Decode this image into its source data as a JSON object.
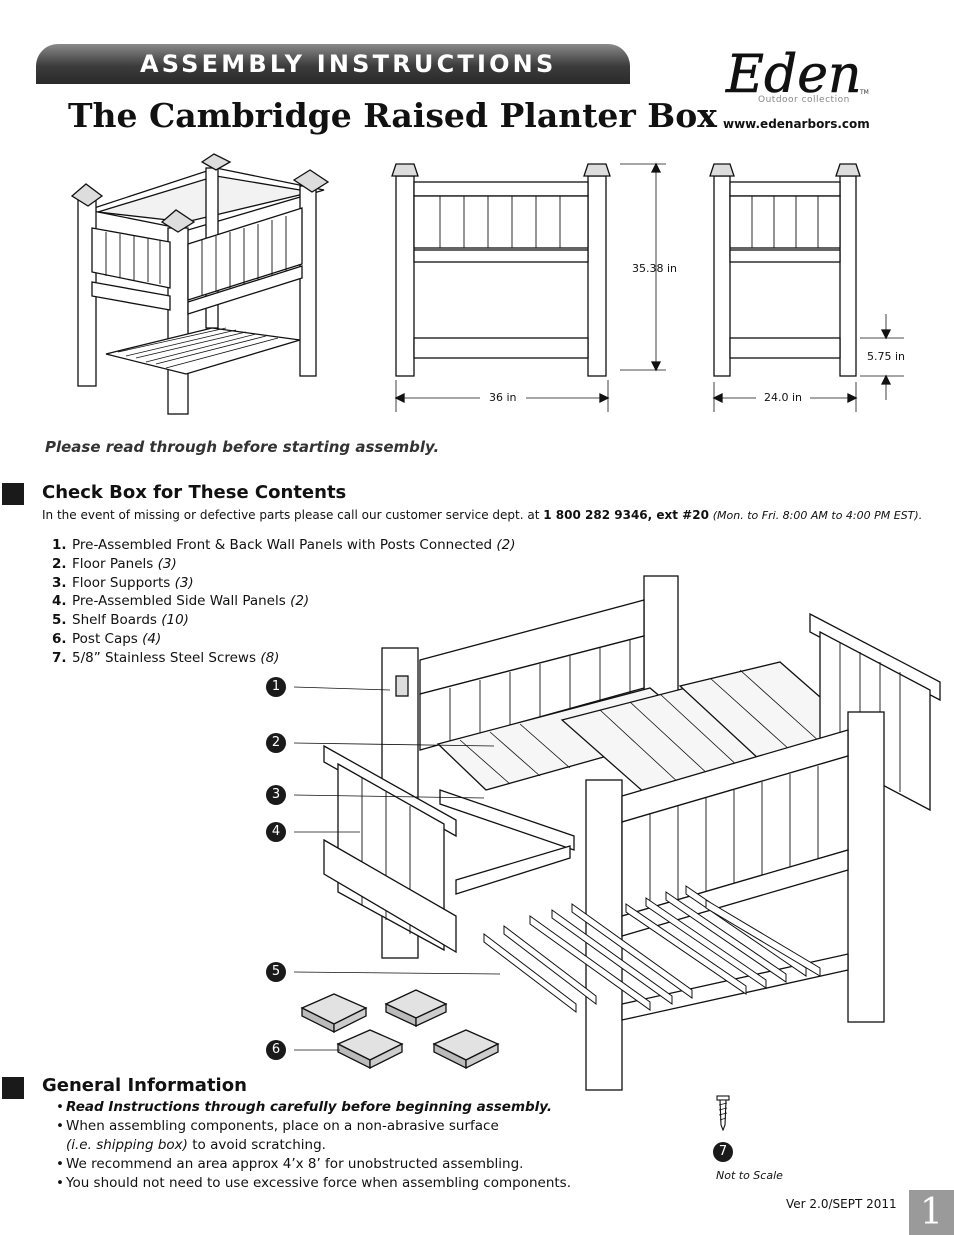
{
  "header": {
    "banner": "ASSEMBLY INSTRUCTIONS",
    "title": "The Cambridge Raised Planter Box"
  },
  "brand": {
    "logo_text": "Eden",
    "logo_sub": "Outdoor collection",
    "trademark": "TM",
    "url": "www.edenarbors.com"
  },
  "dimensions": {
    "height": "35.38 in",
    "front_width": "36 in",
    "side_width": "24.0 in",
    "leg_clearance": "5.75 in"
  },
  "notice": "Please read through before starting assembly.",
  "contents": {
    "heading": "Check Box for These Contents",
    "intro_prefix": "In the event of missing or defective parts please call our customer service dept. at ",
    "phone": "1 800 282 9346, ext #20",
    "hours": "(Mon. to Fri. 8:00 AM to 4:00 PM EST).",
    "items": [
      {
        "num": "1.",
        "name": "Pre-Assembled Front & Back Wall Panels with Posts Connected",
        "qty": "(2)"
      },
      {
        "num": "2.",
        "name": "Floor Panels",
        "qty": "(3)"
      },
      {
        "num": "3.",
        "name": "Floor Supports",
        "qty": "(3)"
      },
      {
        "num": "4.",
        "name": "Pre-Assembled Side Wall Panels",
        "qty": "(2)"
      },
      {
        "num": "5.",
        "name": "Shelf Boards",
        "qty": "(10)"
      },
      {
        "num": "6.",
        "name": "Post Caps",
        "qty": "(4)"
      },
      {
        "num": "7.",
        "name": "5/8” Stainless Steel Screws",
        "qty": "(8)"
      }
    ]
  },
  "callouts": [
    "1",
    "2",
    "3",
    "4",
    "5",
    "6",
    "7"
  ],
  "screw_note": "Not to Scale",
  "general": {
    "heading": "General Information",
    "bullets": [
      "Read Instructions through carefully before beginning assembly.",
      "When assembling components, place on a non-abrasive surface",
      "(i.e. shipping box)",
      " to avoid scratching.",
      "We recommend an area approx 4’x 8’ for unobstructed assembling.",
      "You should not need to use excessive force when assembling components."
    ]
  },
  "footer": {
    "version": "Ver 2.0/SEPT 2011",
    "page": "1"
  }
}
